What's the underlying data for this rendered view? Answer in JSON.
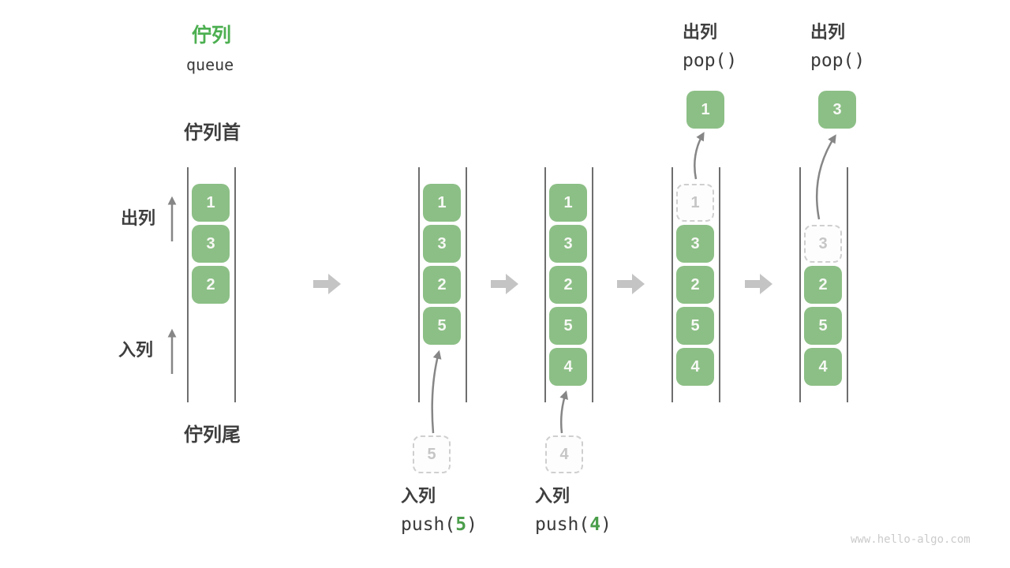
{
  "header": {
    "title": "佇列",
    "subtitle": "queue"
  },
  "side_labels": {
    "front": "佇列首",
    "dequeue": "出列",
    "enqueue": "入列",
    "rear": "佇列尾"
  },
  "watermark": "www.hello-algo.com",
  "colors": {
    "box_green": "#8CBF86",
    "accent_green": "#4CAF50",
    "arg_green": "#4A9E4A",
    "dark_text": "#3E3E3E",
    "thin_arrow": "#868686",
    "chunky_arrow": "#C4C4C4",
    "dashed_border": "#CFCFCF",
    "dashed_text": "#C6C6C6",
    "line_color": "#6E6E6E",
    "watermark_gray": "#CBCBCB"
  },
  "columns": [
    {
      "name": "state-initial",
      "slots": [
        {
          "row": 1,
          "value": "1"
        },
        {
          "row": 2,
          "value": "3"
        },
        {
          "row": 3,
          "value": "2"
        }
      ]
    },
    {
      "name": "state-after-push-5",
      "slots": [
        {
          "row": 1,
          "value": "1"
        },
        {
          "row": 2,
          "value": "3"
        },
        {
          "row": 3,
          "value": "2"
        },
        {
          "row": 4,
          "value": "5"
        }
      ],
      "staging": {
        "value": "5"
      },
      "push_label": {
        "action": "入列",
        "fn": "push(",
        "arg": "5",
        "close": ")"
      }
    },
    {
      "name": "state-after-push-4",
      "slots": [
        {
          "row": 1,
          "value": "1"
        },
        {
          "row": 2,
          "value": "3"
        },
        {
          "row": 3,
          "value": "2"
        },
        {
          "row": 4,
          "value": "5"
        },
        {
          "row": 5,
          "value": "4"
        }
      ],
      "staging": {
        "value": "4"
      },
      "push_label": {
        "action": "入列",
        "fn": "push(",
        "arg": "4",
        "close": ")"
      }
    },
    {
      "name": "state-after-pop-1",
      "slots": [
        {
          "row": 1,
          "value": "1",
          "dashed": true
        },
        {
          "row": 2,
          "value": "3"
        },
        {
          "row": 3,
          "value": "2"
        },
        {
          "row": 4,
          "value": "5"
        },
        {
          "row": 5,
          "value": "4"
        }
      ],
      "popped": {
        "value": "1"
      },
      "pop_label": {
        "action": "出列",
        "fn": "pop()"
      }
    },
    {
      "name": "state-after-pop-3",
      "slots": [
        {
          "row": 2,
          "value": "3",
          "dashed": true
        },
        {
          "row": 3,
          "value": "2"
        },
        {
          "row": 4,
          "value": "5"
        },
        {
          "row": 5,
          "value": "4"
        }
      ],
      "popped": {
        "value": "3"
      },
      "pop_label": {
        "action": "出列",
        "fn": "pop()"
      }
    }
  ]
}
